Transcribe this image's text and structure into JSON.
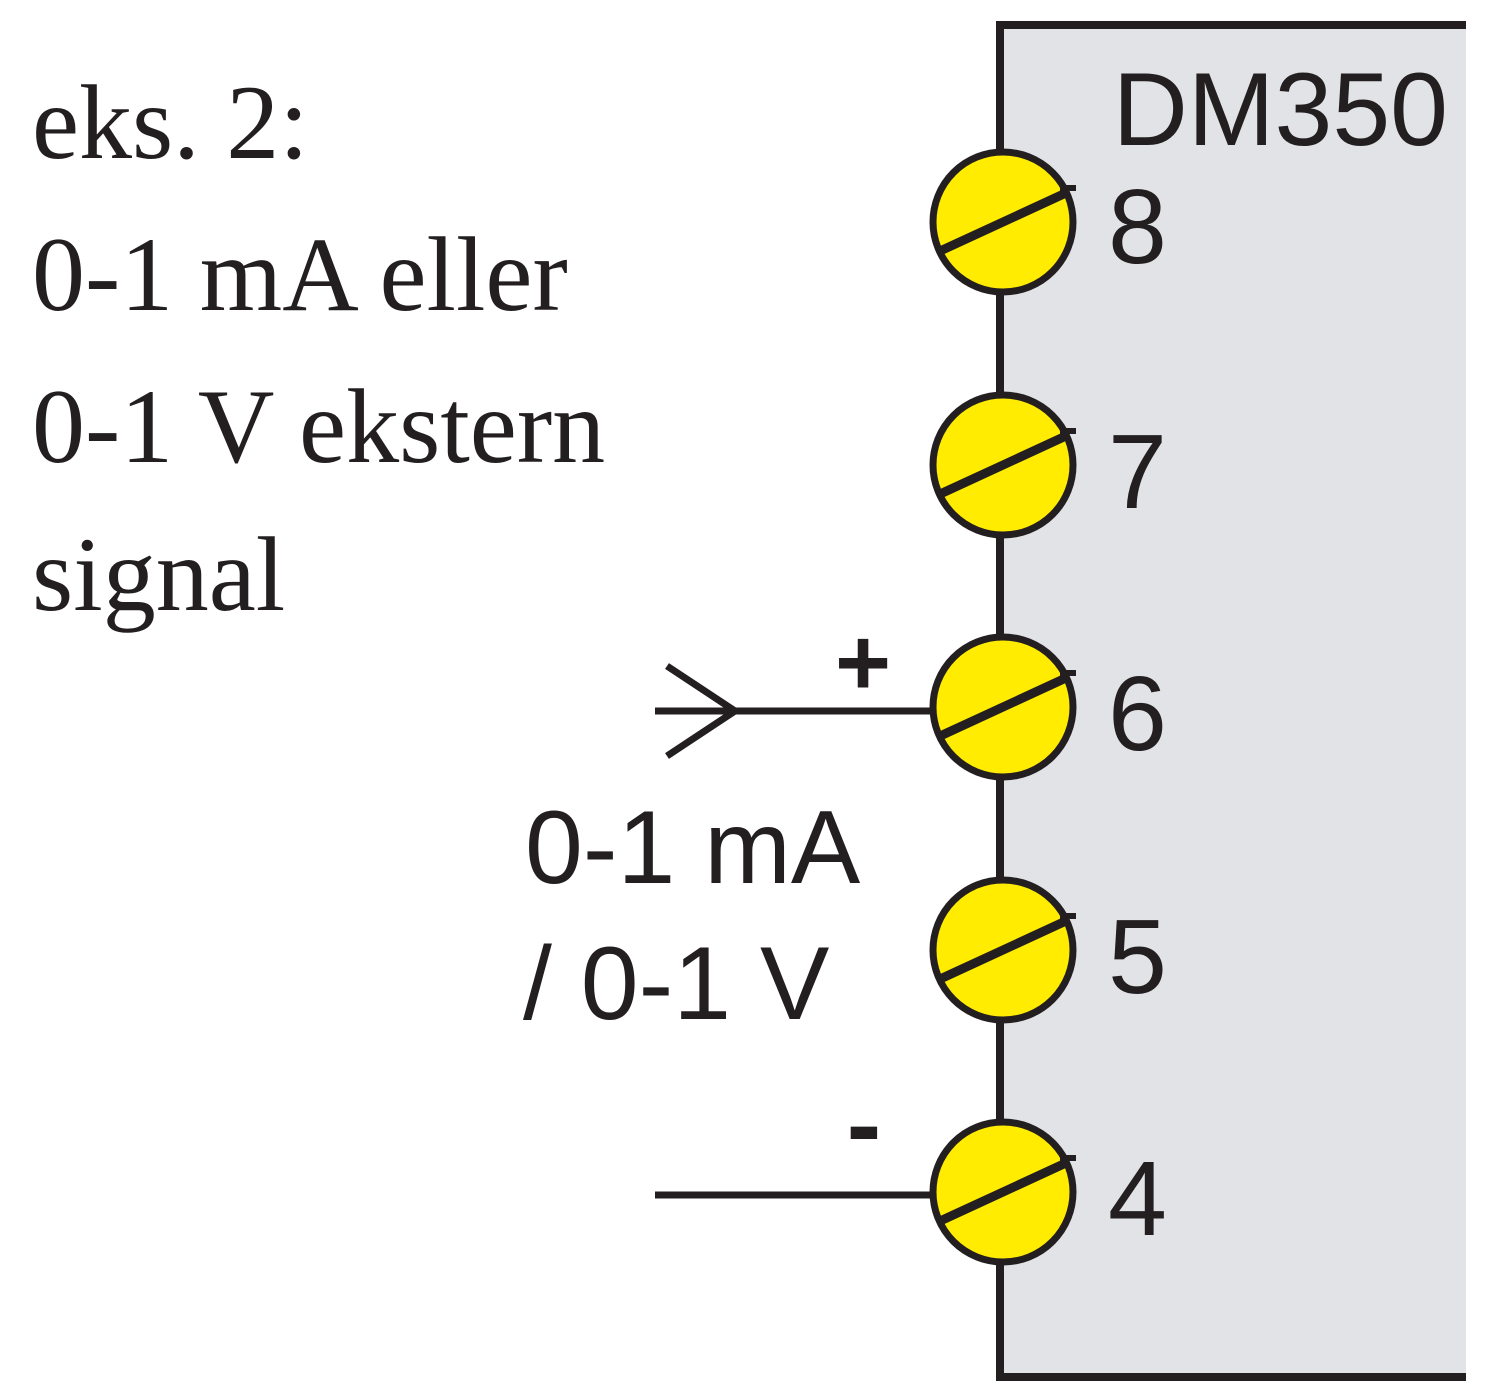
{
  "description": {
    "lines": [
      "eks. 2:",
      "0-1 mA eller",
      "0-1 V ekstern",
      "signal"
    ]
  },
  "module": {
    "name": "DM350"
  },
  "terminals": [
    {
      "number": "8"
    },
    {
      "number": "7"
    },
    {
      "number": "6"
    },
    {
      "number": "5"
    },
    {
      "number": "4"
    }
  ],
  "input": {
    "plus_label": "+",
    "minus_label": "-",
    "signal_label_line1": "0-1 mA",
    "signal_label_line2": "/ 0-1 V"
  },
  "colors": {
    "module_fill": "#e2e3e6",
    "terminal_fill": "#ffec00",
    "stroke": "#231f20"
  }
}
